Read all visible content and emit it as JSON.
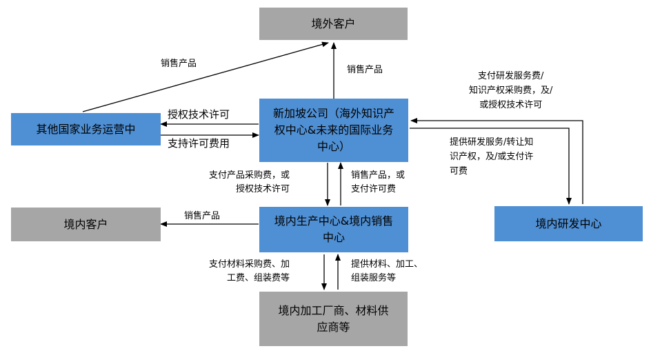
{
  "colors": {
    "blue_box": "#4f8fd3",
    "gray_box": "#a6a6a6",
    "line": "#000000"
  },
  "nodes": {
    "overseas_customer": "境外客户",
    "other_operations": "其他国家业务运营中",
    "singapore": "新加坡公司（海外知识产权中心&未来的国际业务中心）",
    "domestic_customer": "境内客户",
    "domestic_production": "境内生产中心&境内销售中心",
    "domestic_rd": "境内研发中心",
    "domestic_suppliers": "境内加工厂商、材料供应商等"
  },
  "edges": {
    "other_to_overseas": "销售产品",
    "singapore_to_overseas": "销售产品",
    "singapore_to_other": "授权技术许可",
    "other_to_singapore": "支持许可费用",
    "singapore_to_production": "支付产品采购费，或\n授权技术许可",
    "production_to_singapore": "销售产品，或\n支付许可费",
    "production_to_domestic_customer": "销售产品",
    "singapore_to_rd": "支付研发服务费/\n知识产权采购费，及/\n或授权技术许可",
    "rd_to_singapore": "提供研发服务/转让知\n识产权，及/或支付许\n可费",
    "production_to_suppliers": "支付材料采购费、加\n工费、组装费等",
    "suppliers_to_production": "提供材料、加工、\n组装服务等"
  }
}
